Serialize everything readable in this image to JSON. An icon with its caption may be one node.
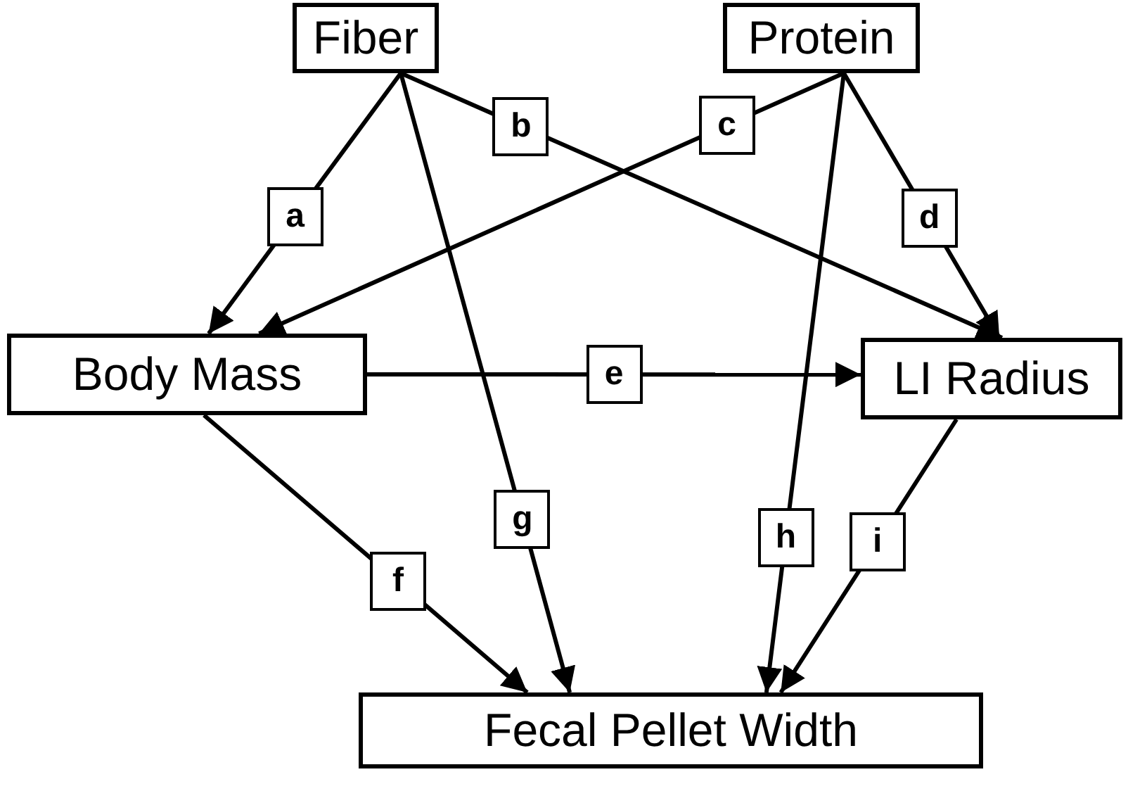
{
  "diagram": {
    "nodes": [
      {
        "text": [
          "Fiber"
        ]
      },
      {
        "text": [
          "Protein"
        ]
      },
      {
        "text": [
          "Body Mass"
        ]
      },
      {
        "text": [
          "LI Radius"
        ]
      },
      {
        "text": [
          "Fecal Pellet Width"
        ]
      }
    ],
    "edges": [
      {
        "from": 0,
        "to": 2,
        "arrow": "to",
        "label": "a"
      },
      {
        "from": 0,
        "to": 3,
        "arrow": "to",
        "label": "b"
      },
      {
        "from": 1,
        "to": 2,
        "arrow": "to",
        "label": "c"
      },
      {
        "from": 1,
        "to": 3,
        "arrow": "to",
        "label": "d"
      },
      {
        "from": 2,
        "to": 3,
        "arrow": "to",
        "label": "e"
      },
      {
        "from": 2,
        "to": 4,
        "arrow": "to",
        "label": "f"
      },
      {
        "from": 0,
        "to": 4,
        "arrow": "to",
        "label": "g"
      },
      {
        "from": 1,
        "to": 4,
        "arrow": "to",
        "label": "h"
      },
      {
        "from": 3,
        "to": 4,
        "arrow": "to",
        "label": "i"
      }
    ]
  }
}
